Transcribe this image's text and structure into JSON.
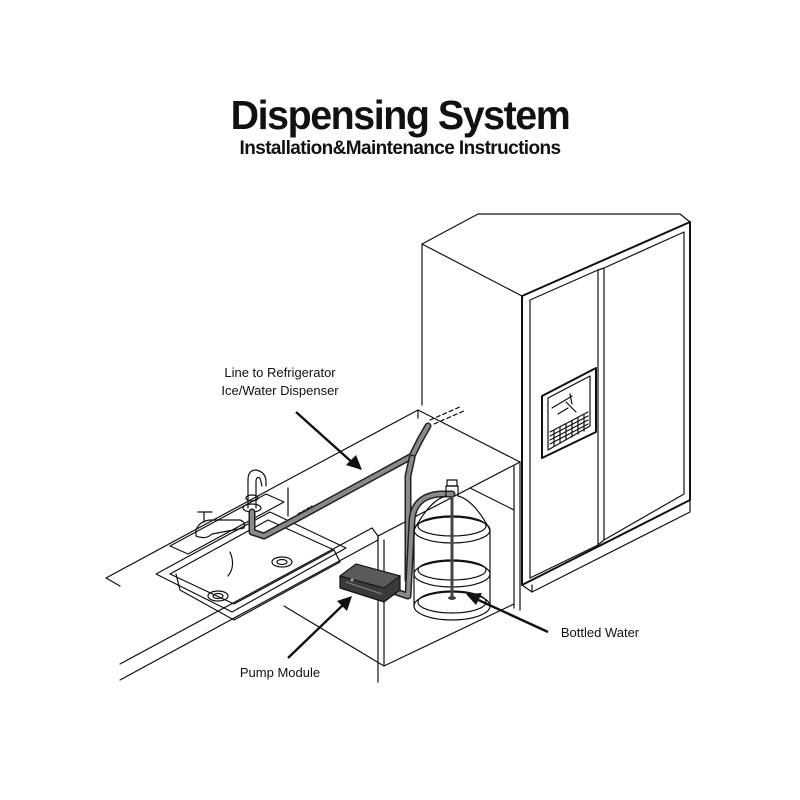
{
  "header": {
    "title": "Dispensing System",
    "subtitle": "Installation&Maintenance Instructions"
  },
  "callouts": {
    "fridge_line_1": "Line to Refrigerator",
    "fridge_line_2": "Ice/Water Dispenser",
    "bottled_water": "Bottled Water",
    "pump_module": "Pump Module"
  }
}
